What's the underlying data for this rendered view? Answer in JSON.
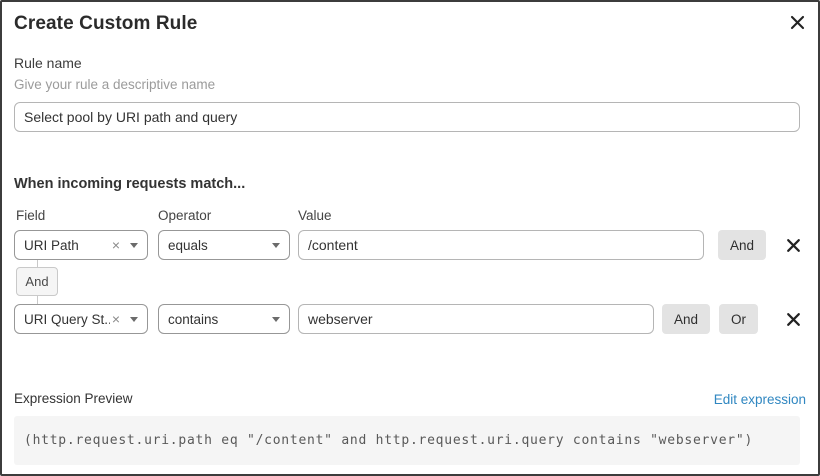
{
  "dialog": {
    "title": "Create Custom Rule"
  },
  "rule_name": {
    "label": "Rule name",
    "helper": "Give your rule a descriptive name",
    "value": "Select pool by URI path and query"
  },
  "match_section": {
    "heading": "When incoming requests match...",
    "columns": {
      "field": "Field",
      "operator": "Operator",
      "value": "Value"
    },
    "connector_label": "And",
    "rows": [
      {
        "field": "URI Path",
        "operator": "equals",
        "value": "/content",
        "buttons": [
          "And"
        ]
      },
      {
        "field": "URI Query St...",
        "operator": "contains",
        "value": "webserver",
        "buttons": [
          "And",
          "Or"
        ]
      }
    ]
  },
  "expression": {
    "label": "Expression Preview",
    "edit_link": "Edit expression",
    "preview": "(http.request.uri.path eq \"/content\" and http.request.uri.query contains \"webserver\")"
  },
  "icons": {
    "clear": "×"
  },
  "colors": {
    "link_blue": "#3087c1",
    "button_gray": "#e3e3e3",
    "dialog_border": "#3c3c3c"
  }
}
